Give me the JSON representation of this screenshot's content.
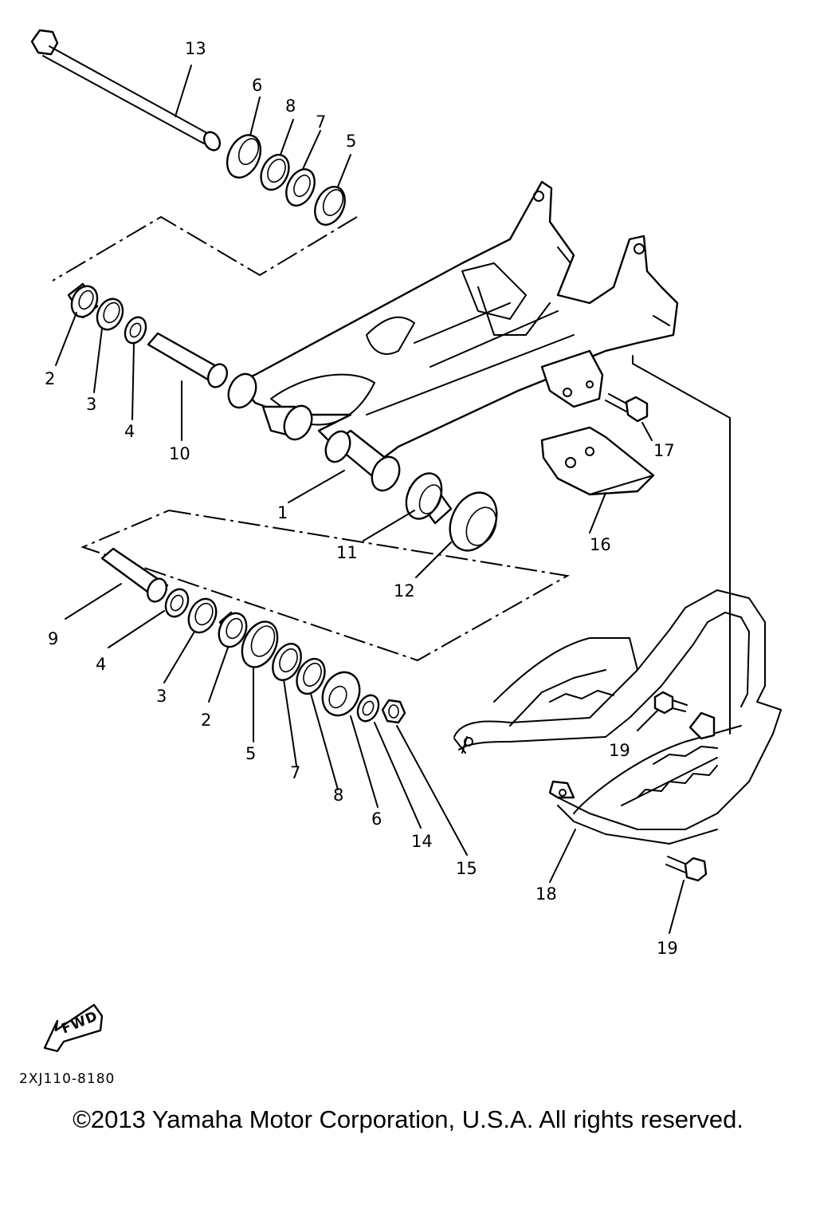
{
  "diagram": {
    "callouts": [
      "1",
      "2",
      "3",
      "4",
      "5",
      "6",
      "7",
      "8",
      "9",
      "10",
      "11",
      "12",
      "13",
      "14",
      "15",
      "16",
      "17",
      "18",
      "19"
    ],
    "labels": {
      "n13": "13",
      "n6a": "6",
      "n8a": "8",
      "n7a": "7",
      "n5a": "5",
      "n2a": "2",
      "n3a": "3",
      "n4a": "4",
      "n10": "10",
      "n1": "1",
      "n11": "11",
      "n12": "12",
      "n16": "16",
      "n17": "17",
      "n9": "9",
      "n4b": "4",
      "n3b": "3",
      "n2b": "2",
      "n5b": "5",
      "n7b": "7",
      "n8b": "8",
      "n6b": "6",
      "n14": "14",
      "n15": "15",
      "n19a": "19",
      "n18": "18",
      "n19b": "19"
    },
    "fwd_label": "FWD",
    "diagram_code": "2XJ110-8180",
    "copyright": "©2013 Yamaha Motor Corporation, U.S.A. All rights reserved."
  }
}
